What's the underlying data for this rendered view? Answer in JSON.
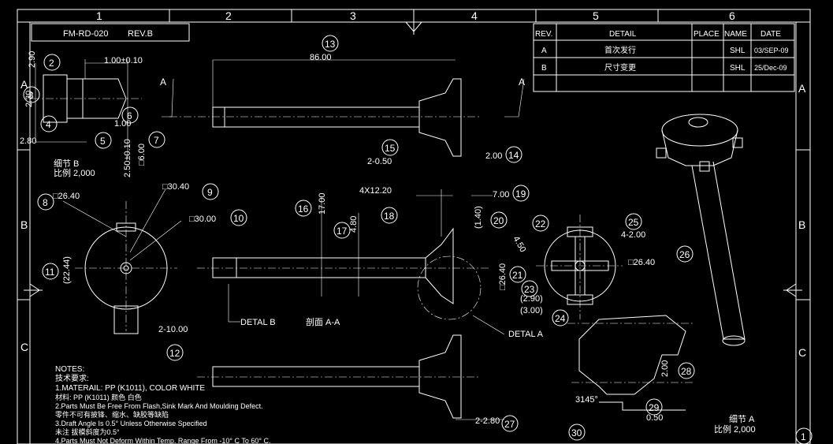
{
  "title_block": {
    "drawing_no": "FM-RD-020",
    "revision": "REV.B"
  },
  "revision_table": {
    "headers": [
      "REV.",
      "DETAIL",
      "PLACE",
      "NAME",
      "DATE"
    ],
    "rows": [
      {
        "rev": "A",
        "detail": "首次发行",
        "name": "SHL",
        "date": "03/SEP-09"
      },
      {
        "rev": "B",
        "detail": "尺寸变更",
        "name": "SHL",
        "date": "25/Dec-09"
      }
    ]
  },
  "zones": {
    "columns": [
      "1",
      "2",
      "3",
      "4",
      "5",
      "6"
    ],
    "rows": [
      "A",
      "B",
      "C"
    ]
  },
  "dimensions": {
    "d_top_1": "1.00±0.10",
    "d_v_230": "2.30",
    "d_v_290": "2.90",
    "d_280": "2.80",
    "d_100": "1.00",
    "d_250": "2.50±0.10",
    "d_sq600": "□6.00",
    "d_8600": "86.00",
    "d_250b": "2-0.50",
    "d_200": "2.00",
    "d_4x": "4X12.20",
    "d_700": "7.00",
    "d_1700": "17.00",
    "d_480": "4.80",
    "d_140": "(1.40)",
    "d_450": "4.50",
    "d_3040": "□30.40",
    "d_3000": "□30.00",
    "d_2640a": "□26.40",
    "d_2640b": "□26.40",
    "d_2640c": "□26.40",
    "d_2244": "(22.44)",
    "d_1000": "2-10.00",
    "d_290p": "(2.90)",
    "d_300p": "(3.00)",
    "d_4200": "4-2.00",
    "d_2280": "2-2.80",
    "d_200b": "2.00",
    "d_050": "0.50",
    "d_145": "3145°"
  },
  "balloons": [
    "1",
    "2",
    "3",
    "4",
    "5",
    "6",
    "7",
    "8",
    "9",
    "10",
    "11",
    "12",
    "13",
    "14",
    "15",
    "16",
    "17",
    "18",
    "19",
    "20",
    "21",
    "22",
    "23",
    "24",
    "25",
    "26",
    "27",
    "28",
    "29",
    "30"
  ],
  "labels": {
    "section_a": "A",
    "detail_b": "DETAL B",
    "detail_a": "DETAL A",
    "section_aa": "剖面 A-A",
    "detail_b_title": "细节 B",
    "detail_b_scale": "比例 2,000",
    "detail_a_title": "细节 A",
    "detail_a_scale": "比例 2,000"
  },
  "notes": [
    "NOTES:",
    "技术要求:",
    "1.MATERAIL: PP (K1011), COLOR WHITE",
    "   材料:    PP (K1011) 颜色 白色",
    "2.Parts Must Be Free From Flash,Sink Mark And Moulding Defect.",
    "   零件不可有披锋、缩水、缺胶等缺陷",
    "3.Draft Angle Is 0.5°  Unless Otherwise Specified",
    "   未注 拔模斜度为0.5°",
    "4.Parts Must Not Deform Within Temp. Range From -10° C To 60° C."
  ]
}
